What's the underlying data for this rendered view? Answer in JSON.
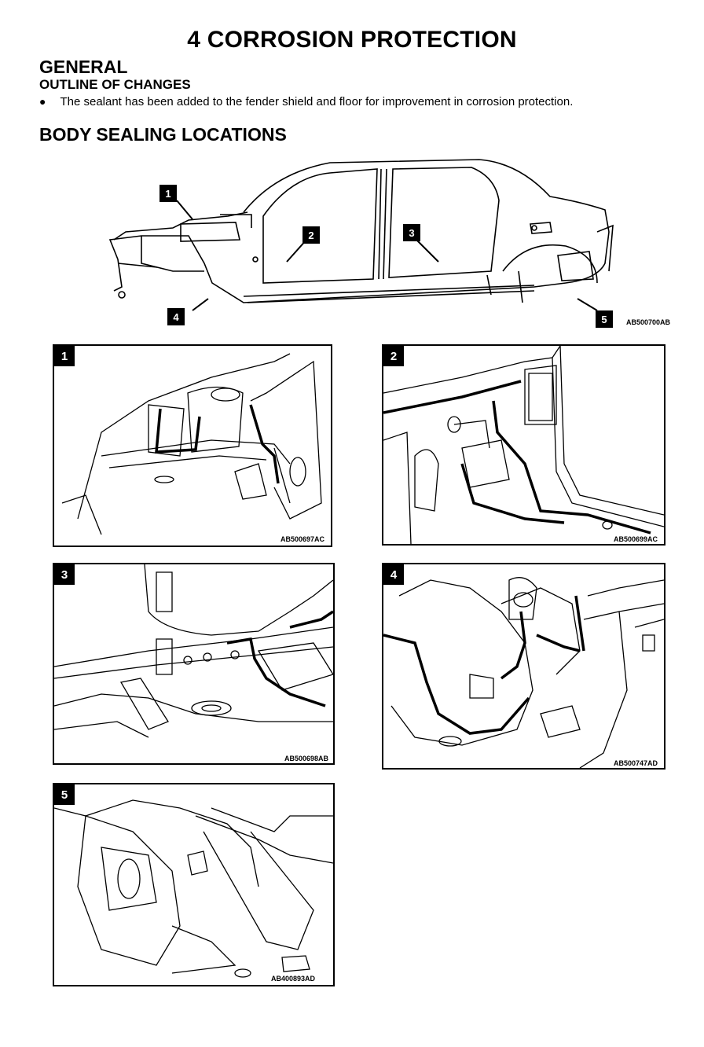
{
  "page": {
    "title": "4 CORROSION PROTECTION",
    "general_heading": "GENERAL",
    "outline_heading": "OUTLINE OF CHANGES",
    "bullet_text": "The sealant has been added to the fender shield and floor for improvement in corrosion protection.",
    "sealing_heading": "BODY SEALING LOCATIONS"
  },
  "overview": {
    "callouts": [
      "1",
      "2",
      "3",
      "4",
      "5"
    ],
    "figure_code": "AB500700AB"
  },
  "panels": [
    {
      "number": "1",
      "code": "AB500697AC"
    },
    {
      "number": "2",
      "code": "AB500699AC"
    },
    {
      "number": "3",
      "code": "AB500698AB"
    },
    {
      "number": "4",
      "code": "AB500747AD"
    },
    {
      "number": "5",
      "code": "AB400893AD"
    }
  ]
}
